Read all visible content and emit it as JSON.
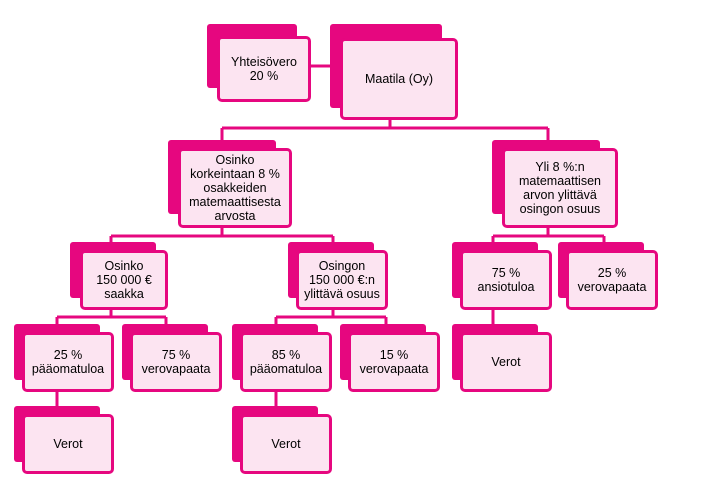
{
  "colors": {
    "accent": "#e6077f",
    "box_fill": "#fce4f1",
    "background": "#ffffff"
  },
  "nodes": {
    "yhteisovero": {
      "text": "Yhteisövero\n20 %"
    },
    "maatila": {
      "text": "Maatila (Oy)"
    },
    "osinko_korkeintaan": {
      "text": "Osinko\nkorkeintaan 8 %\nosakkeiden\nmatemaattisesta\narvosta"
    },
    "yli_8": {
      "text": "Yli 8 %:n\nmatemaattisen\narvon ylittävä\nosingon osuus"
    },
    "osinko_150": {
      "text": "Osinko\n150 000 €\nsaakka"
    },
    "osingon_150_ylittava": {
      "text": "Osingon\n150 000 €:n\nylittävä osuus"
    },
    "ansiotulo_75": {
      "text": "75 %\nansiotuloa"
    },
    "verovapaa_25": {
      "text": "25 %\nverovapaata"
    },
    "paaomatulo_25": {
      "text": "25 %\npääomatuloa"
    },
    "verovapaa_75": {
      "text": "75 %\nverovapaata"
    },
    "paaomatulo_85": {
      "text": "85 %\npääomatuloa"
    },
    "verovapaa_15": {
      "text": "15 %\nverovapaata"
    },
    "verot_right": {
      "text": "Verot"
    },
    "verot_left": {
      "text": "Verot"
    },
    "verot_mid": {
      "text": "Verot"
    }
  }
}
